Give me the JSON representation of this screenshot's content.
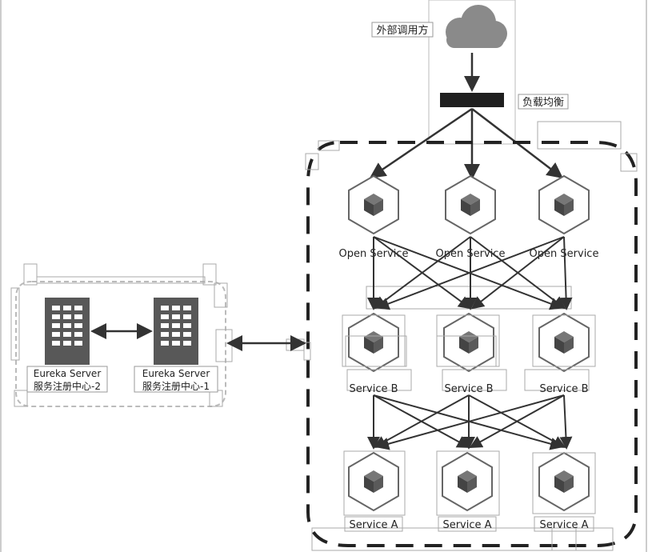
{
  "external": {
    "label": "外部调用方"
  },
  "load_balancer": {
    "label": "负载均衡"
  },
  "eureka": {
    "servers": [
      {
        "name": "Eureka Server",
        "desc": "服务注册中心-2"
      },
      {
        "name": "Eureka Server",
        "desc": "服务注册中心-1"
      }
    ]
  },
  "open_services": [
    {
      "label": "Open Service"
    },
    {
      "label": "Open Service"
    },
    {
      "label": "Open Service"
    }
  ],
  "b_services": [
    {
      "label": "Service B"
    },
    {
      "label": "Service B"
    },
    {
      "label": "Service B"
    }
  ],
  "a_services": [
    {
      "label": "Service A"
    },
    {
      "label": "Service A"
    },
    {
      "label": "Service A"
    }
  ],
  "colors": {
    "line": "#333333",
    "cube": "#555555",
    "cloud": "#8a8a8a",
    "frame": "#aaaaaa"
  }
}
